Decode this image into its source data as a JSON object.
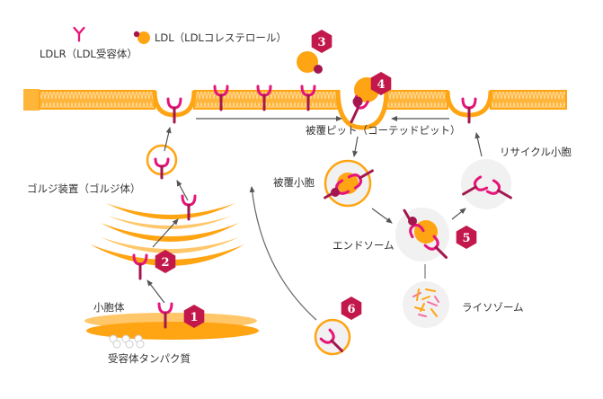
{
  "colors": {
    "membrane": "#FFA412",
    "membrane_light": "#FFC76A",
    "receptor": "#E5157A",
    "receptor_stem": "#A3174E",
    "badge": "#C2184B",
    "ldl_core": "#FFA412",
    "ldl_dot": "#A3174E",
    "vesicle_fill": "#F1F1F1",
    "arrow": "#555555",
    "label": "#333333"
  },
  "legend": {
    "receptor_label": "LDLR（LDL受容体）",
    "ldl_label": "LDL（LDLコレステロール）"
  },
  "labels": {
    "golgi": "ゴルジ装置（ゴルジ体）",
    "er": "小胞体",
    "receptor_protein": "受容体タンパク質",
    "coated_pit": "被覆ピット（コーテッドピット）",
    "coated_vesicle": "被覆小胞",
    "endosome": "エンドソーム",
    "recycling_vesicle": "リサイクル小胞",
    "lysosome": "ライソゾーム"
  },
  "steps": [
    {
      "number": "1"
    },
    {
      "number": "2"
    },
    {
      "number": "3"
    },
    {
      "number": "4"
    },
    {
      "number": "5"
    },
    {
      "number": "6"
    }
  ]
}
